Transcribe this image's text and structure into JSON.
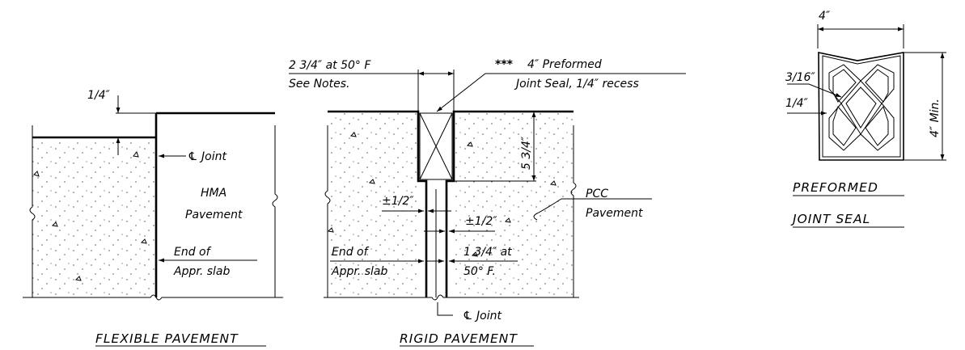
{
  "flexible": {
    "title": "FLEXIBLE PAVEMENT",
    "dim_quarter": "1/4″",
    "cl_joint": "℄ Joint",
    "hma_line1": "HMA",
    "hma_line2": "Pavement",
    "end_of": "End of",
    "appr_slab": "Appr. slab"
  },
  "rigid": {
    "title": "RIGID PAVEMENT",
    "gap_line1": "2 3/4″ at 50° F",
    "see_notes": "See Notes.",
    "stars": "***",
    "seal_line1": "4″ Preformed",
    "seal_line2": "Joint Seal, 1/4″ recess",
    "depth": "5 3/4″",
    "half_left": "±1/2″",
    "half_right": "±1/2″",
    "pcc_line1": "PCC",
    "pcc_line2": "Pavement",
    "end_of": "End of",
    "appr_slab": "Appr. slab",
    "gap2_line1": "1 3/4″ at",
    "gap2_line2": "50° F.",
    "cl_joint": "℄ Joint"
  },
  "seal": {
    "title_line1": "PREFORMED",
    "title_line2": "JOINT SEAL",
    "width": "4″",
    "height": "4″ Min.",
    "dim_3_16": "3/16″",
    "dim_1_4": "1/4″"
  }
}
